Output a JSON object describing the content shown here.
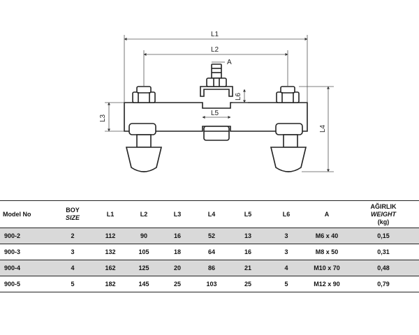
{
  "drawing": {
    "dimensions": {
      "L1": "L1",
      "L2": "L2",
      "A": "A",
      "L6": "L6",
      "L5": "L5",
      "L3": "L3",
      "L4": "L4"
    }
  },
  "table": {
    "headers": {
      "model": "Model No",
      "size_top": "BOY",
      "size_sub": "SIZE",
      "l1": "L1",
      "l2": "L2",
      "l3": "L3",
      "l4": "L4",
      "l5": "L5",
      "l6": "L6",
      "a": "A",
      "weight_top": "AĞIRLIK",
      "weight_sub": "WEIGHT",
      "weight_unit": "(kg)"
    },
    "rows": [
      {
        "model": "900-2",
        "size": "2",
        "l1": "112",
        "l2": "90",
        "l3": "16",
        "l4": "52",
        "l5": "13",
        "l6": "3",
        "a": "M6 x 40",
        "weight": "0,15"
      },
      {
        "model": "900-3",
        "size": "3",
        "l1": "132",
        "l2": "105",
        "l3": "18",
        "l4": "64",
        "l5": "16",
        "l6": "3",
        "a": "M8 x 50",
        "weight": "0,31"
      },
      {
        "model": "900-4",
        "size": "4",
        "l1": "162",
        "l2": "125",
        "l3": "20",
        "l4": "86",
        "l5": "21",
        "l6": "4",
        "a": "M10 x 70",
        "weight": "0,48"
      },
      {
        "model": "900-5",
        "size": "5",
        "l1": "182",
        "l2": "145",
        "l3": "25",
        "l4": "103",
        "l5": "25",
        "l6": "5",
        "a": "M12 x 90",
        "weight": "0,79"
      }
    ]
  }
}
